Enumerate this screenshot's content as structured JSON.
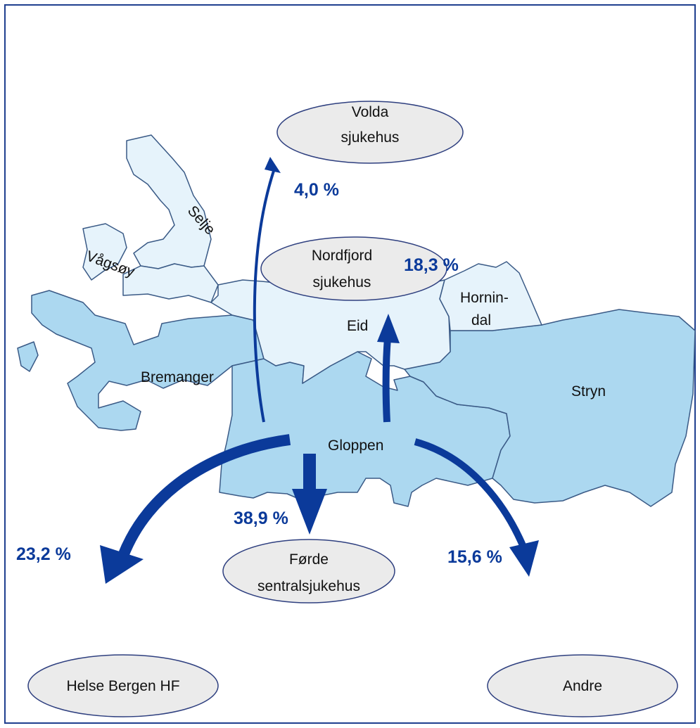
{
  "map": {
    "municipalities": {
      "selje": "Selje",
      "vagsoy": "Vågsøy",
      "hornindal_line1": "Hornin-",
      "hornindal_line2": "dal",
      "eid": "Eid",
      "bremanger": "Bremanger",
      "stryn": "Stryn",
      "gloppen": "Gloppen"
    },
    "hospitals": {
      "volda": {
        "line1": "Volda",
        "line2": "sjukehus"
      },
      "nordfjord": {
        "line1": "Nordfjord",
        "line2": "sjukehus"
      },
      "forde": {
        "line1": "Førde",
        "line2": "sentralsjukehus"
      },
      "bergen": {
        "line1": "Helse Bergen HF"
      },
      "andre": {
        "line1": "Andre"
      }
    },
    "flows": {
      "volda": {
        "label": "4,0 %",
        "value": 4.0
      },
      "nordfjord": {
        "label": "18,3 %",
        "value": 18.3
      },
      "forde": {
        "label": "38,9 %",
        "value": 38.9
      },
      "bergen": {
        "label": "23,2 %",
        "value": 23.2
      },
      "andre": {
        "label": "15,6 %",
        "value": 15.6
      }
    },
    "colors": {
      "arrow": "#0b3a9a",
      "border": "#1f3f8f",
      "land_light": "#e6f3fb",
      "land_dark": "#acd8f0",
      "node_fill": "#ebebeb"
    }
  }
}
